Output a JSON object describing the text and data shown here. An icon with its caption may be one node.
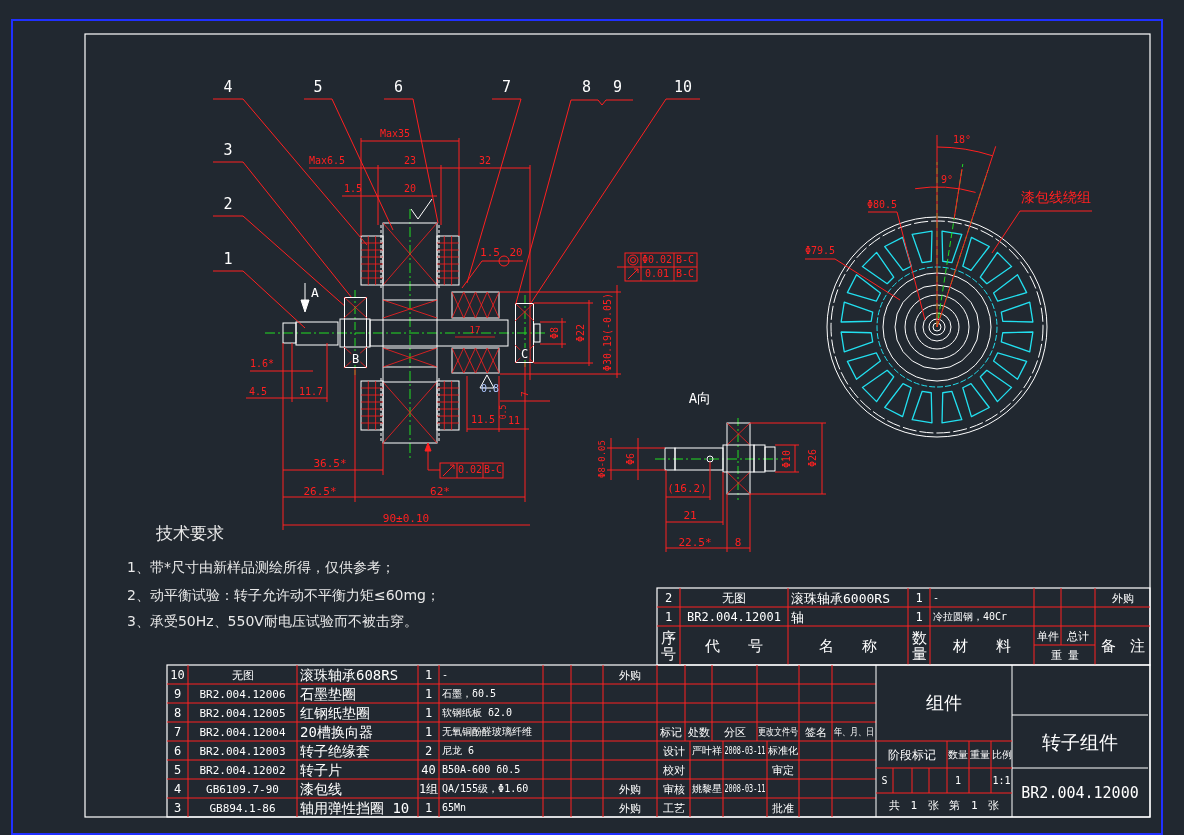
{
  "diagram": {
    "nodes": [
      {
        "text": [
          "4"
        ]
      },
      {
        "text": [
          "5"
        ]
      },
      {
        "text": [
          "6"
        ]
      },
      {
        "text": [
          "7"
        ]
      },
      {
        "text": [
          "8",
          "9"
        ]
      },
      {
        "text": [
          "10"
        ]
      },
      {
        "text": [
          "3"
        ]
      },
      {
        "text": [
          "漆包线绕组"
        ]
      },
      {
        "text": [
          "2"
        ]
      },
      {
        "text": [
          "1"
        ]
      },
      {
        "text": [
          "B"
        ]
      },
      {
        "text": [
          "C"
        ]
      }
    ],
    "edges": [
      {
        "from": 0,
        "to": null,
        "arrow": "none"
      },
      {
        "from": 1,
        "to": null,
        "arrow": "none"
      },
      {
        "from": 2,
        "to": null,
        "arrow": "none"
      },
      {
        "from": 3,
        "to": null,
        "arrow": "none"
      },
      {
        "from": 4,
        "to": 11,
        "arrow": "none"
      },
      {
        "from": 5,
        "to": 11,
        "arrow": "none"
      },
      {
        "from": 6,
        "to": 10,
        "arrow": "none"
      },
      {
        "from": 7,
        "to": null,
        "arrow": "none"
      },
      {
        "from": 8,
        "to": 10,
        "arrow": "none"
      },
      {
        "from": 9,
        "to": null,
        "arrow": "none"
      }
    ],
    "labels": [
      "Max35",
      "Max6.5",
      "23",
      "32",
      "1.5",
      "20",
      "1.5",
      "20",
      "Φ0.02",
      "B-C",
      "0.01",
      "B-C",
      "A",
      "17",
      "Φ8",
      "Φ22",
      "Φ30.19(-0.05)",
      "1.6*",
      "4.5",
      "11.7",
      "0.8",
      "7",
      "11.5",
      "0.5",
      "11",
      "36.5*",
      "0.02",
      "B-C",
      "26.5*",
      "62*",
      "90±0.10",
      "A向",
      "Φ8-0.05",
      "Φ6",
      "Φ10",
      "Φ26",
      "(16.2)",
      "21",
      "22.5*",
      "8",
      "18°",
      "9°",
      "Φ80.5",
      "Φ79.5",
      "技术要求",
      "1、带*尺寸由新样品测绘所得，仅供参考；",
      "2、动平衡试验：转子允许动不平衡力矩≤60mg；",
      "3、承受50Hz、550V耐电压试验而不被击穿。",
      "2",
      "无图",
      "滚珠轴承6000RS",
      "1",
      "-",
      "外购",
      "1",
      "BR2.004.12001",
      "轴",
      "1",
      "冷拉圆钢，40Cr",
      "序号",
      "代号",
      "名称",
      "数量",
      "材料",
      "单件",
      "总计",
      "重量",
      "备注",
      "10",
      "无图",
      "滚珠轴承608RS",
      "1",
      "-",
      "外购",
      "9",
      "BR2.004.12006",
      "石墨垫圈",
      "1",
      "石墨，δ0.5",
      "8",
      "BR2.004.12005",
      "红钢纸垫圈",
      "1",
      "软钢纸板 δ2.0",
      "7",
      "BR2.004.12004",
      "20槽换向器",
      "1",
      "无氧铜酚醛玻璃纤维",
      "6",
      "BR2.004.12003",
      "转子绝缘套",
      "2",
      "尼龙 6",
      "5",
      "BR2.004.12002",
      "转子片",
      "40",
      "B50A-600 δ0.5",
      "4",
      "GB6109.7-90",
      "漆包线",
      "1组",
      "QA/155级，Φ1.60",
      "外购",
      "3",
      "GB894.1-86",
      "轴用弹性挡圈 10",
      "1",
      "65Mn",
      "外购",
      "标记",
      "处数",
      "分区",
      "更改文件号",
      "签名",
      "年、月、日",
      "设计",
      "严叶祥",
      "2008-03-11",
      "标准化",
      "校对",
      "审定",
      "审核",
      "姚黎星",
      "2008-03-11",
      "工艺",
      "批准",
      "组件",
      "阶段标记",
      "数量",
      "重量",
      "比例",
      "S",
      "1",
      "1:1",
      "共 1 张 第 1 张",
      "转子组件",
      "BR2.004.12000"
    ]
  }
}
